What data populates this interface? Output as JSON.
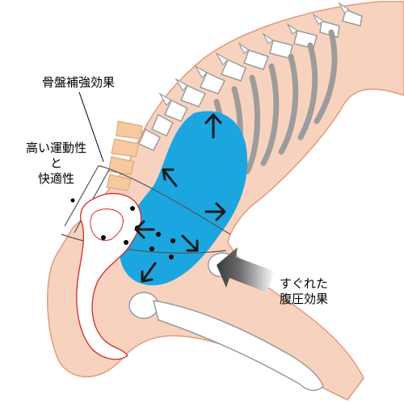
{
  "labels": {
    "pelvis_reinforcement": "骨盤補強効果",
    "mobility_line1": "高い運動性",
    "mobility_line2": "と",
    "mobility_line3": "快適性",
    "pressure_line1": "すぐれた",
    "pressure_line2": "腹圧効果"
  },
  "colors": {
    "skin": "#f7d3bf",
    "skin_outline": "#e29a7d",
    "bone": "#ffffff",
    "bone_outline": "#9a9a9a",
    "rib": "#9c9c9c",
    "abdomen": "#1ca6e0",
    "pelvis_outline": "#d9262b",
    "spine_soft": "#f6c9a0",
    "arrow": "#1a1a1a",
    "pointer_dark": "#3a3a3a"
  },
  "icons": {
    "pressure_arrow": "large-gray-arrow-icon",
    "direction_arrows": "chevron-arrow-icon"
  }
}
